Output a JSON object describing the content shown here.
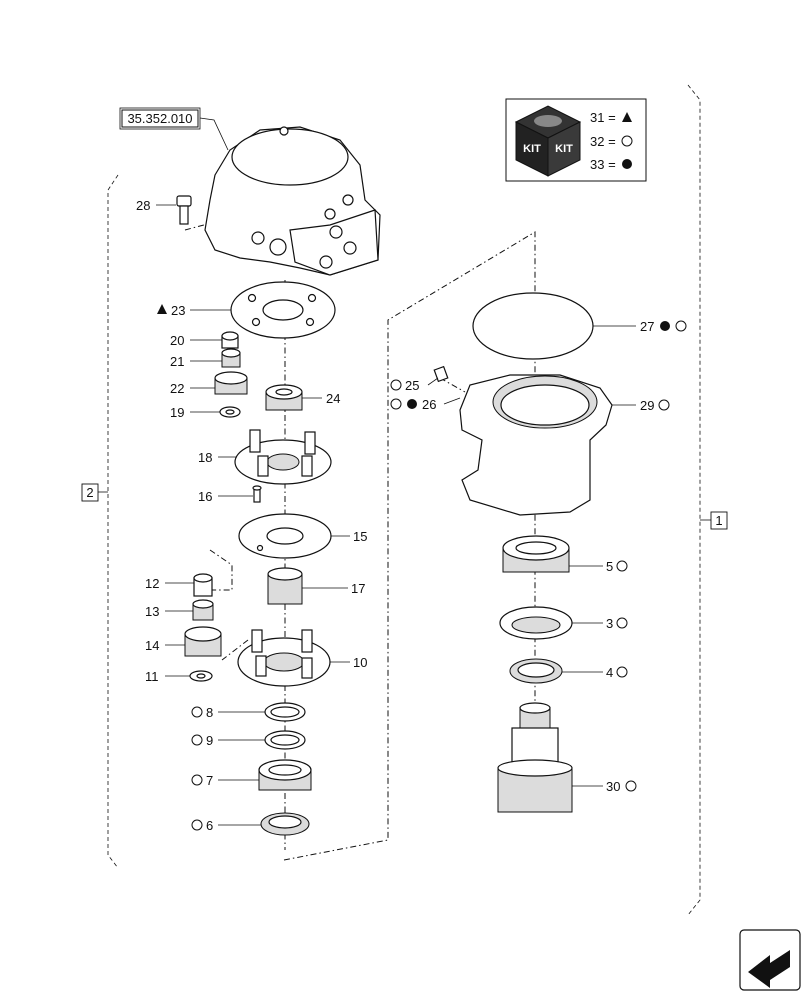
{
  "reference_box": "35.352.010",
  "group_labels": {
    "left": "2",
    "right": "1"
  },
  "kit_legend": {
    "icon_text": [
      "KIT",
      "KIT"
    ],
    "rows": [
      {
        "number": "31 =",
        "symbol": "triangle"
      },
      {
        "number": "32 =",
        "symbol": "open-circle"
      },
      {
        "number": "33 =",
        "symbol": "filled-circle"
      }
    ]
  },
  "callouts": [
    {
      "id": "28",
      "text": "28",
      "marks": []
    },
    {
      "id": "23",
      "text": "23",
      "marks": [
        "triangle"
      ]
    },
    {
      "id": "20",
      "text": "20",
      "marks": []
    },
    {
      "id": "21",
      "text": "21",
      "marks": []
    },
    {
      "id": "22",
      "text": "22",
      "marks": []
    },
    {
      "id": "19",
      "text": "19",
      "marks": []
    },
    {
      "id": "24",
      "text": "24",
      "marks": []
    },
    {
      "id": "18",
      "text": "18",
      "marks": []
    },
    {
      "id": "16",
      "text": "16",
      "marks": []
    },
    {
      "id": "15",
      "text": "15",
      "marks": []
    },
    {
      "id": "12",
      "text": "12",
      "marks": []
    },
    {
      "id": "17",
      "text": "17",
      "marks": []
    },
    {
      "id": "13",
      "text": "13",
      "marks": []
    },
    {
      "id": "14",
      "text": "14",
      "marks": []
    },
    {
      "id": "10",
      "text": "10",
      "marks": []
    },
    {
      "id": "11",
      "text": "11",
      "marks": []
    },
    {
      "id": "8",
      "text": "8",
      "marks": [
        "open-circle"
      ]
    },
    {
      "id": "9",
      "text": "9",
      "marks": [
        "open-circle"
      ]
    },
    {
      "id": "7",
      "text": "7",
      "marks": [
        "open-circle"
      ]
    },
    {
      "id": "6",
      "text": "6",
      "marks": [
        "open-circle"
      ]
    },
    {
      "id": "27",
      "text": "27",
      "marks": [
        "filled-circle",
        "open-circle"
      ]
    },
    {
      "id": "25",
      "text": "25",
      "marks": [
        "open-circle"
      ]
    },
    {
      "id": "26",
      "text": "26",
      "marks": [
        "open-circle",
        "filled-circle"
      ]
    },
    {
      "id": "29",
      "text": "29",
      "marks": [
        "open-circle"
      ]
    },
    {
      "id": "5",
      "text": "5",
      "marks": [
        "open-circle"
      ]
    },
    {
      "id": "3",
      "text": "3",
      "marks": [
        "open-circle"
      ]
    },
    {
      "id": "4",
      "text": "4",
      "marks": [
        "open-circle"
      ]
    },
    {
      "id": "30",
      "text": "30",
      "marks": [
        "open-circle"
      ]
    }
  ],
  "icons": [
    "kit-box-icon",
    "next-page-arrow-icon"
  ]
}
